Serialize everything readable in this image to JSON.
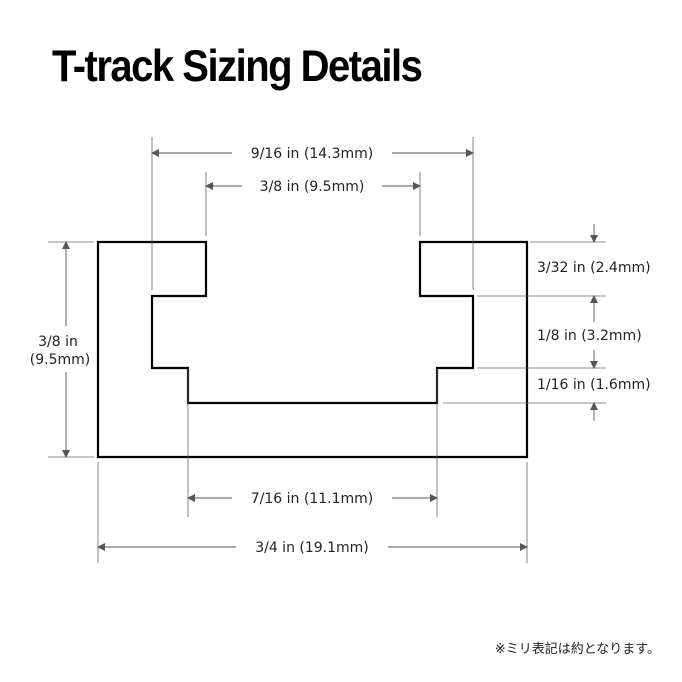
{
  "title": "T-track Sizing Details",
  "dimensions": {
    "top_outer": "9/16 in (14.3mm)",
    "top_inner": "3/8 in (9.5mm)",
    "height_line1": "3/8 in",
    "height_line2": "(9.5mm)",
    "lip_thickness": "3/32 in (2.4mm)",
    "slot_depth": "1/8 in (3.2mm)",
    "step_depth": "1/16 in (1.6mm)",
    "bottom_inner": "7/16 in (11.1mm)",
    "overall_width": "3/4 in (19.1mm)"
  },
  "note": "※ミリ表記は約となります。",
  "colors": {
    "outline": "#000000",
    "dimension_line": "#555555",
    "text": "#222222"
  }
}
